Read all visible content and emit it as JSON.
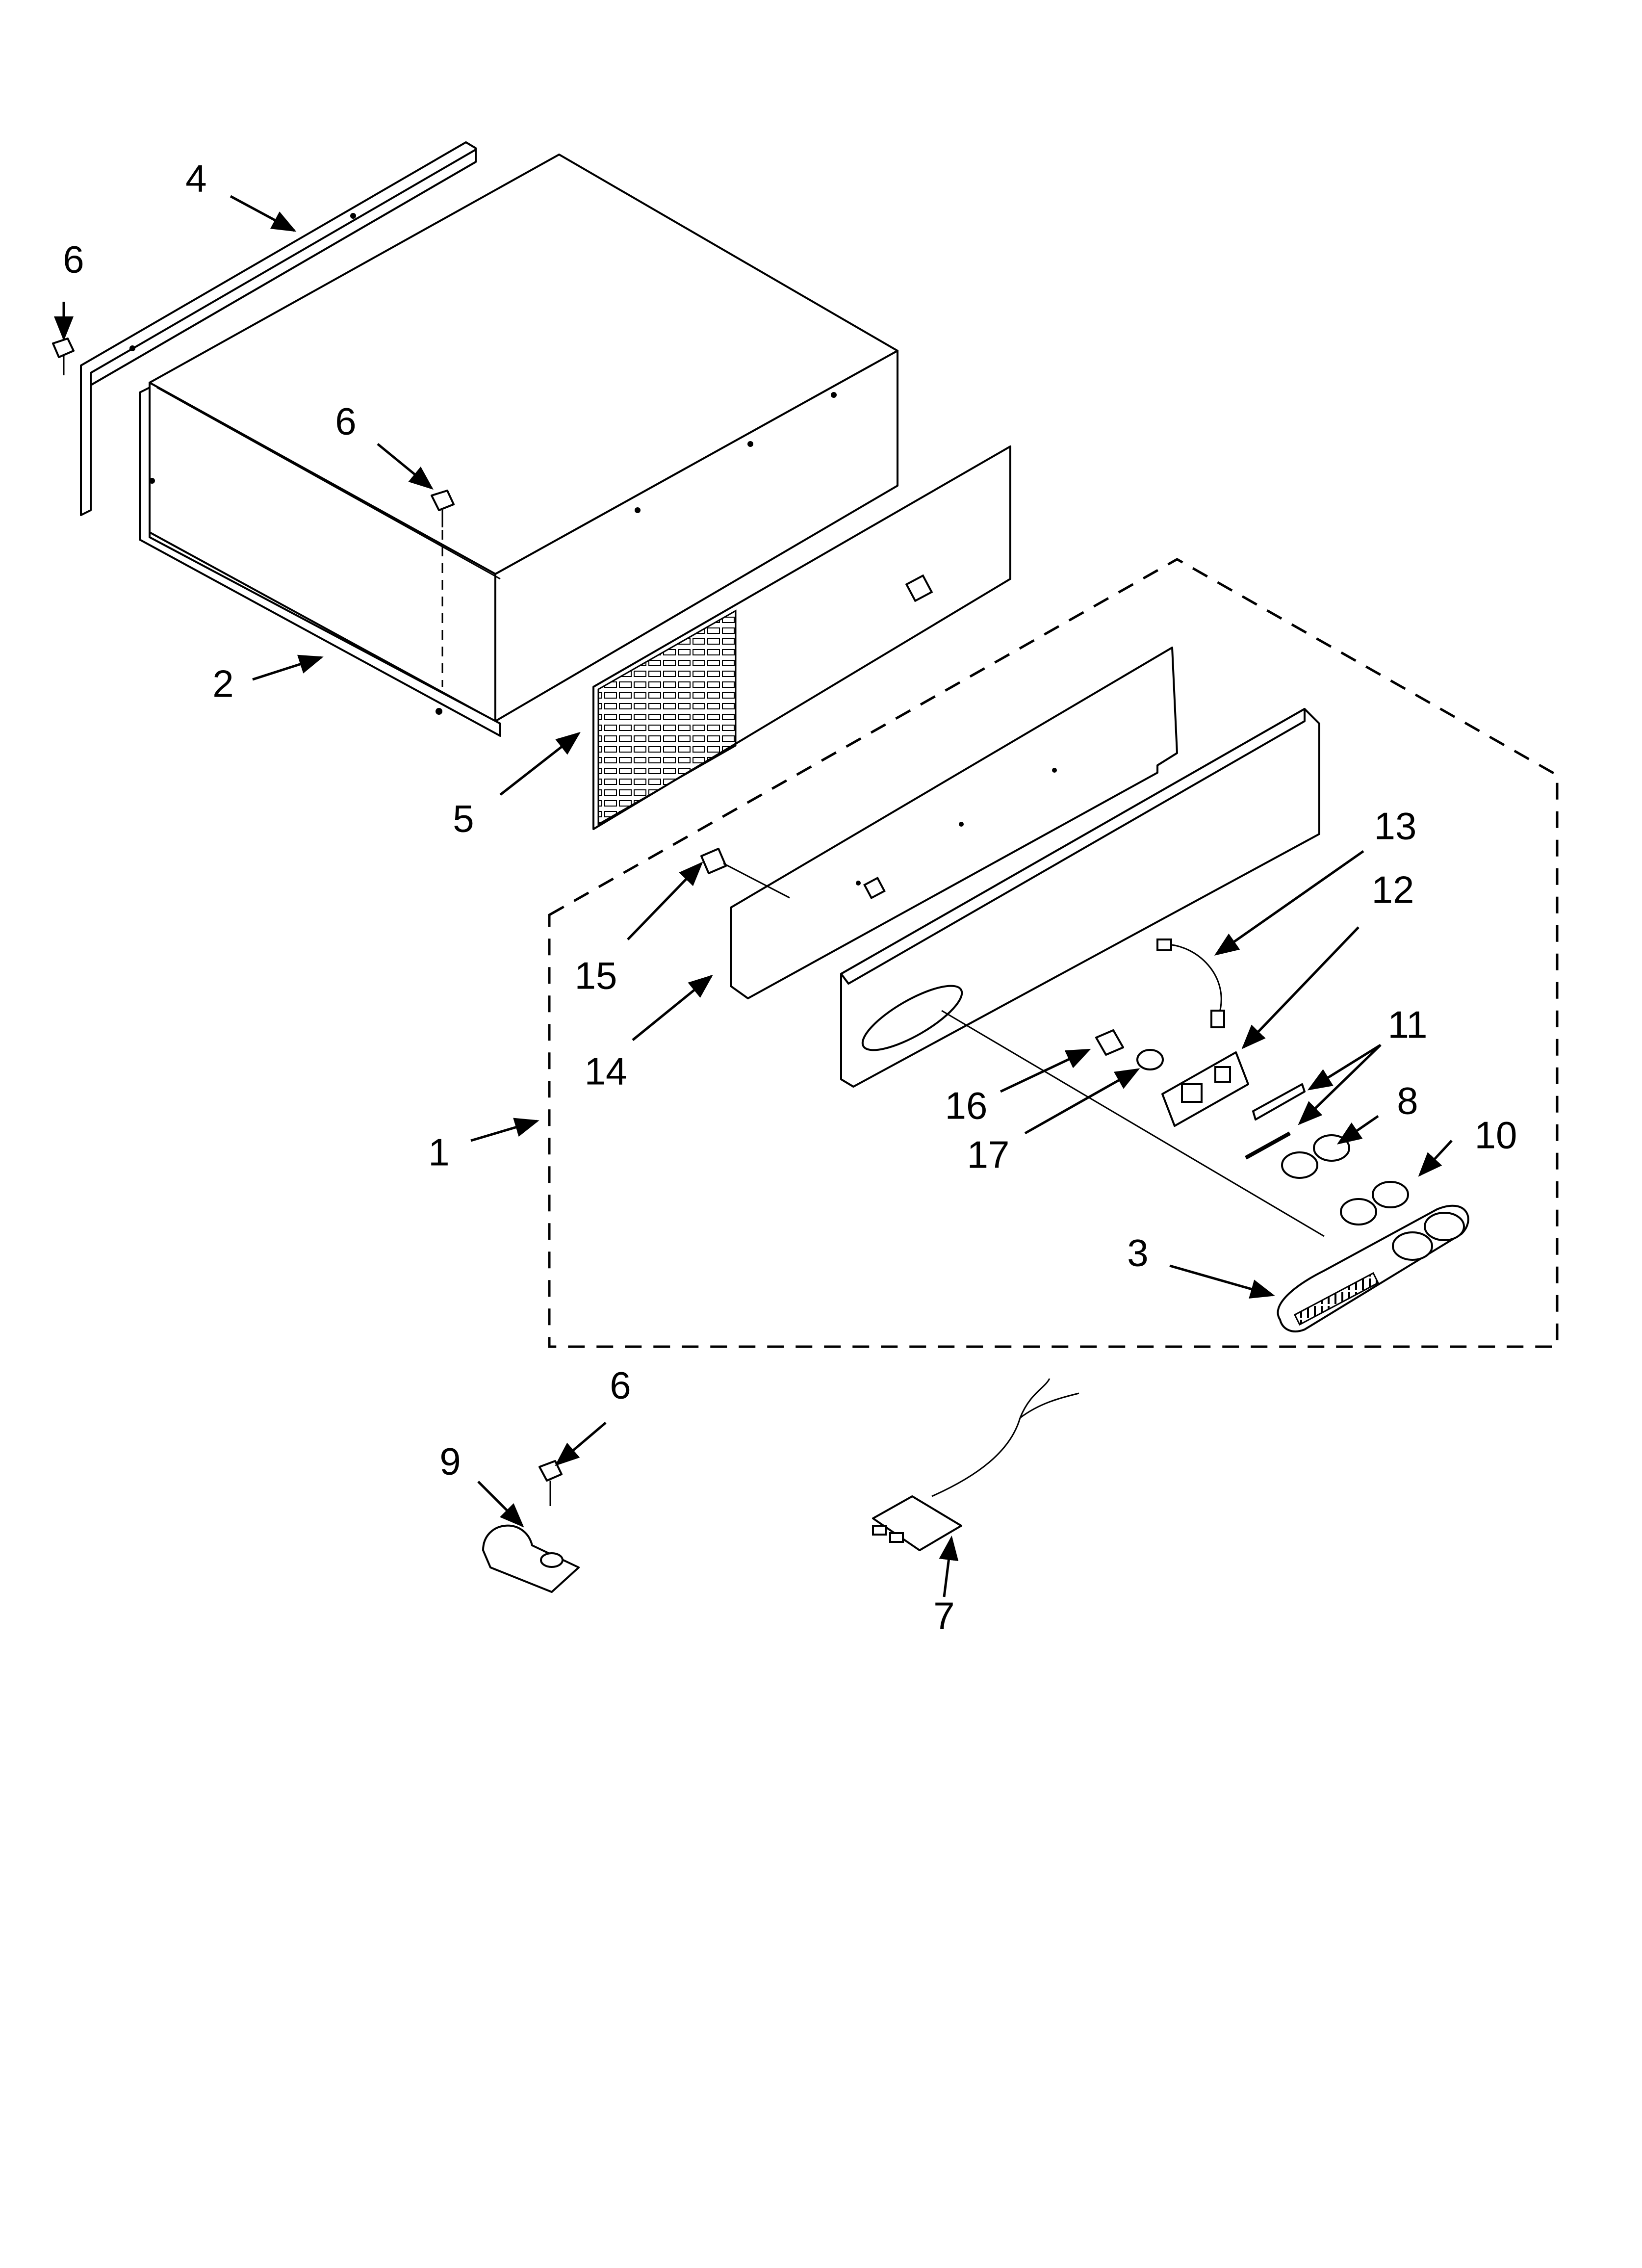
{
  "callouts": [
    {
      "id": "c1",
      "text": "1"
    },
    {
      "id": "c2",
      "text": "2"
    },
    {
      "id": "c3",
      "text": "3"
    },
    {
      "id": "c4",
      "text": "4"
    },
    {
      "id": "c5",
      "text": "5"
    },
    {
      "id": "c6a",
      "text": "6"
    },
    {
      "id": "c6b",
      "text": "6"
    },
    {
      "id": "c6c",
      "text": "6"
    },
    {
      "id": "c7",
      "text": "7"
    },
    {
      "id": "c8",
      "text": "8"
    },
    {
      "id": "c9",
      "text": "9"
    },
    {
      "id": "c10",
      "text": "10"
    },
    {
      "id": "c11",
      "text": "11"
    },
    {
      "id": "c12",
      "text": "12"
    },
    {
      "id": "c13",
      "text": "13"
    },
    {
      "id": "c14",
      "text": "14"
    },
    {
      "id": "c15",
      "text": "15"
    },
    {
      "id": "c16",
      "text": "16"
    },
    {
      "id": "c17",
      "text": "17"
    }
  ]
}
